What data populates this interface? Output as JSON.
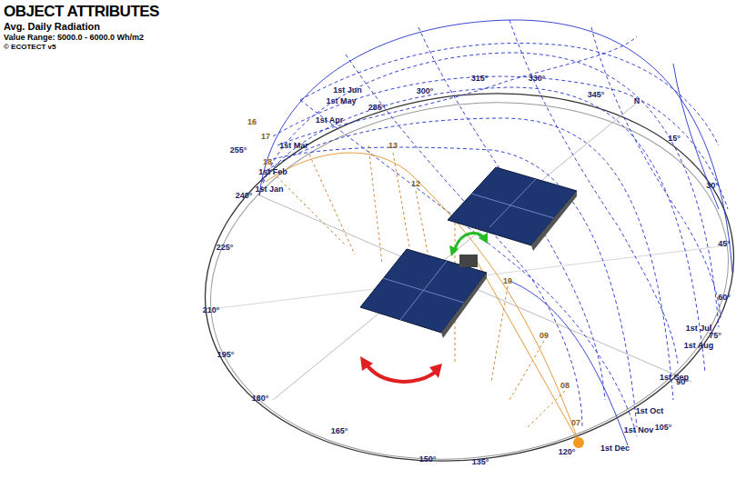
{
  "diagram": {
    "title": "OBJECT ATTRIBUTES",
    "labels": [
      "Avg. Daily Radiation",
      "Value Range: 5000.0 - 6000.0 Wh/m2",
      "© ECOTECT v5",
      "N",
      "15°",
      "30°",
      "45°",
      "60°",
      "75°",
      "90°",
      "105°",
      "120°",
      "135°",
      "150°",
      "165°",
      "180°",
      "195°",
      "210°",
      "225°",
      "240°",
      "255°",
      "285°",
      "300°",
      "315°",
      "330°",
      "345°",
      "1st Jun",
      "1st May",
      "1st Apr",
      "1st Mar",
      "1st Feb",
      "1st Jan",
      "1st Jul",
      "1st Aug",
      "1st Sep",
      "1st Oct",
      "1st Nov",
      "1st Dec",
      "16",
      "17",
      "18",
      "13",
      "12",
      "10",
      "09",
      "08",
      "07"
    ]
  }
}
